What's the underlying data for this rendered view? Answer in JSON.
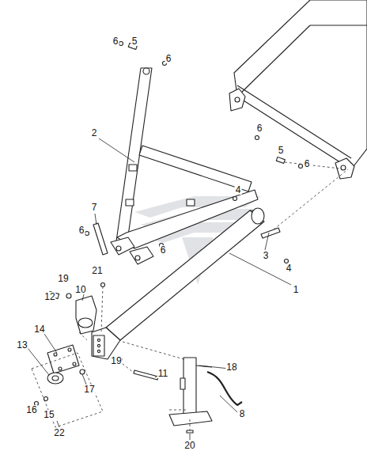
{
  "diagram": {
    "labels": [
      "6",
      "5",
      "6",
      "2",
      "6",
      "5",
      "6",
      "4",
      "7",
      "6",
      "6",
      "3",
      "4",
      "21",
      "1",
      "19",
      "12",
      "10",
      "14",
      "13",
      "19",
      "11",
      "18",
      "17",
      "16",
      "15",
      "8",
      "22",
      "20"
    ]
  }
}
